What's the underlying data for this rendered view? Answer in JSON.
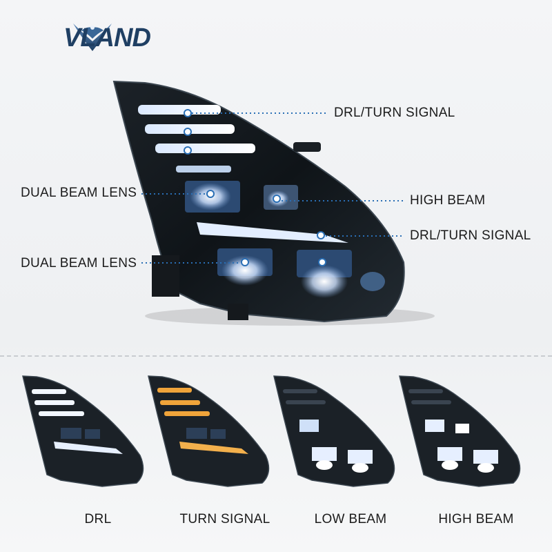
{
  "brand": {
    "name": "VLAND"
  },
  "callouts": {
    "drl_turn_top": "DRL/TURN SIGNAL",
    "dual_beam_upper": "DUAL BEAM LENS",
    "high_beam": "HIGH BEAM",
    "drl_turn_lower": "DRL/TURN SIGNAL",
    "dual_beam_lower": "DUAL BEAM LENS"
  },
  "modes": [
    {
      "label": "DRL"
    },
    {
      "label": "TURN SIGNAL"
    },
    {
      "label": "LOW BEAM"
    },
    {
      "label": "HIGH BEAM"
    }
  ],
  "colors": {
    "accent": "#2a6fb5",
    "brand": "#1f3f63",
    "drl": "#e8f2ff",
    "turn": "#f0a43a"
  }
}
